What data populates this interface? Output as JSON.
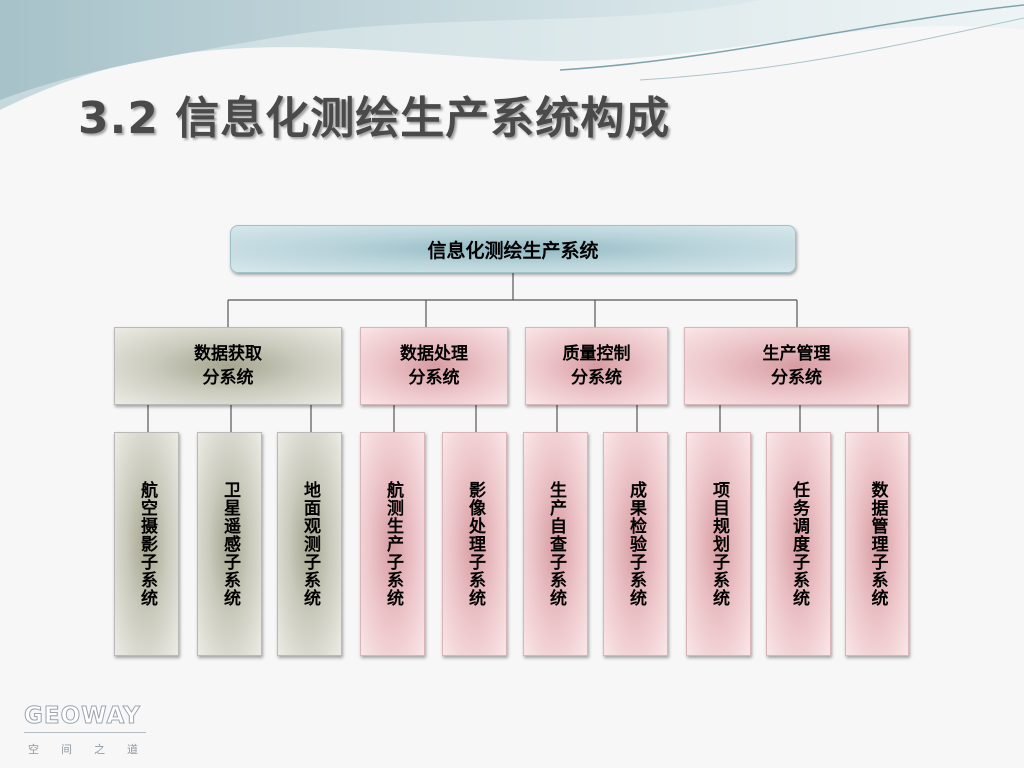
{
  "title": "3.2 信息化测绘生产系统构成",
  "colors": {
    "root": "#b8d3da",
    "gray_box": "#c9c9bc",
    "pink_box": "#ecc4c8",
    "connector": "#555555"
  },
  "tree": {
    "root": "信息化测绘生产系统",
    "categories": [
      {
        "line1": "数据获取",
        "line2": "分系统",
        "style": "gray",
        "children": [
          "航空摄影子系统",
          "卫星遥感子系统",
          "地面观测子系统"
        ]
      },
      {
        "line1": "数据处理",
        "line2": "分系统",
        "style": "pink",
        "children": [
          "航测生产子系统",
          "影像处理子系统"
        ]
      },
      {
        "line1": "质量控制",
        "line2": "分系统",
        "style": "pink",
        "children": [
          "生产自查子系统",
          "成果检验子系统"
        ]
      },
      {
        "line1": "生产管理",
        "line2": "分系统",
        "style": "pink",
        "children": [
          "项目规划子系统",
          "任务调度子系统",
          "数据管理子系统"
        ]
      }
    ]
  },
  "logo": {
    "name": "GEOWAY",
    "tagline": "空间之道"
  }
}
